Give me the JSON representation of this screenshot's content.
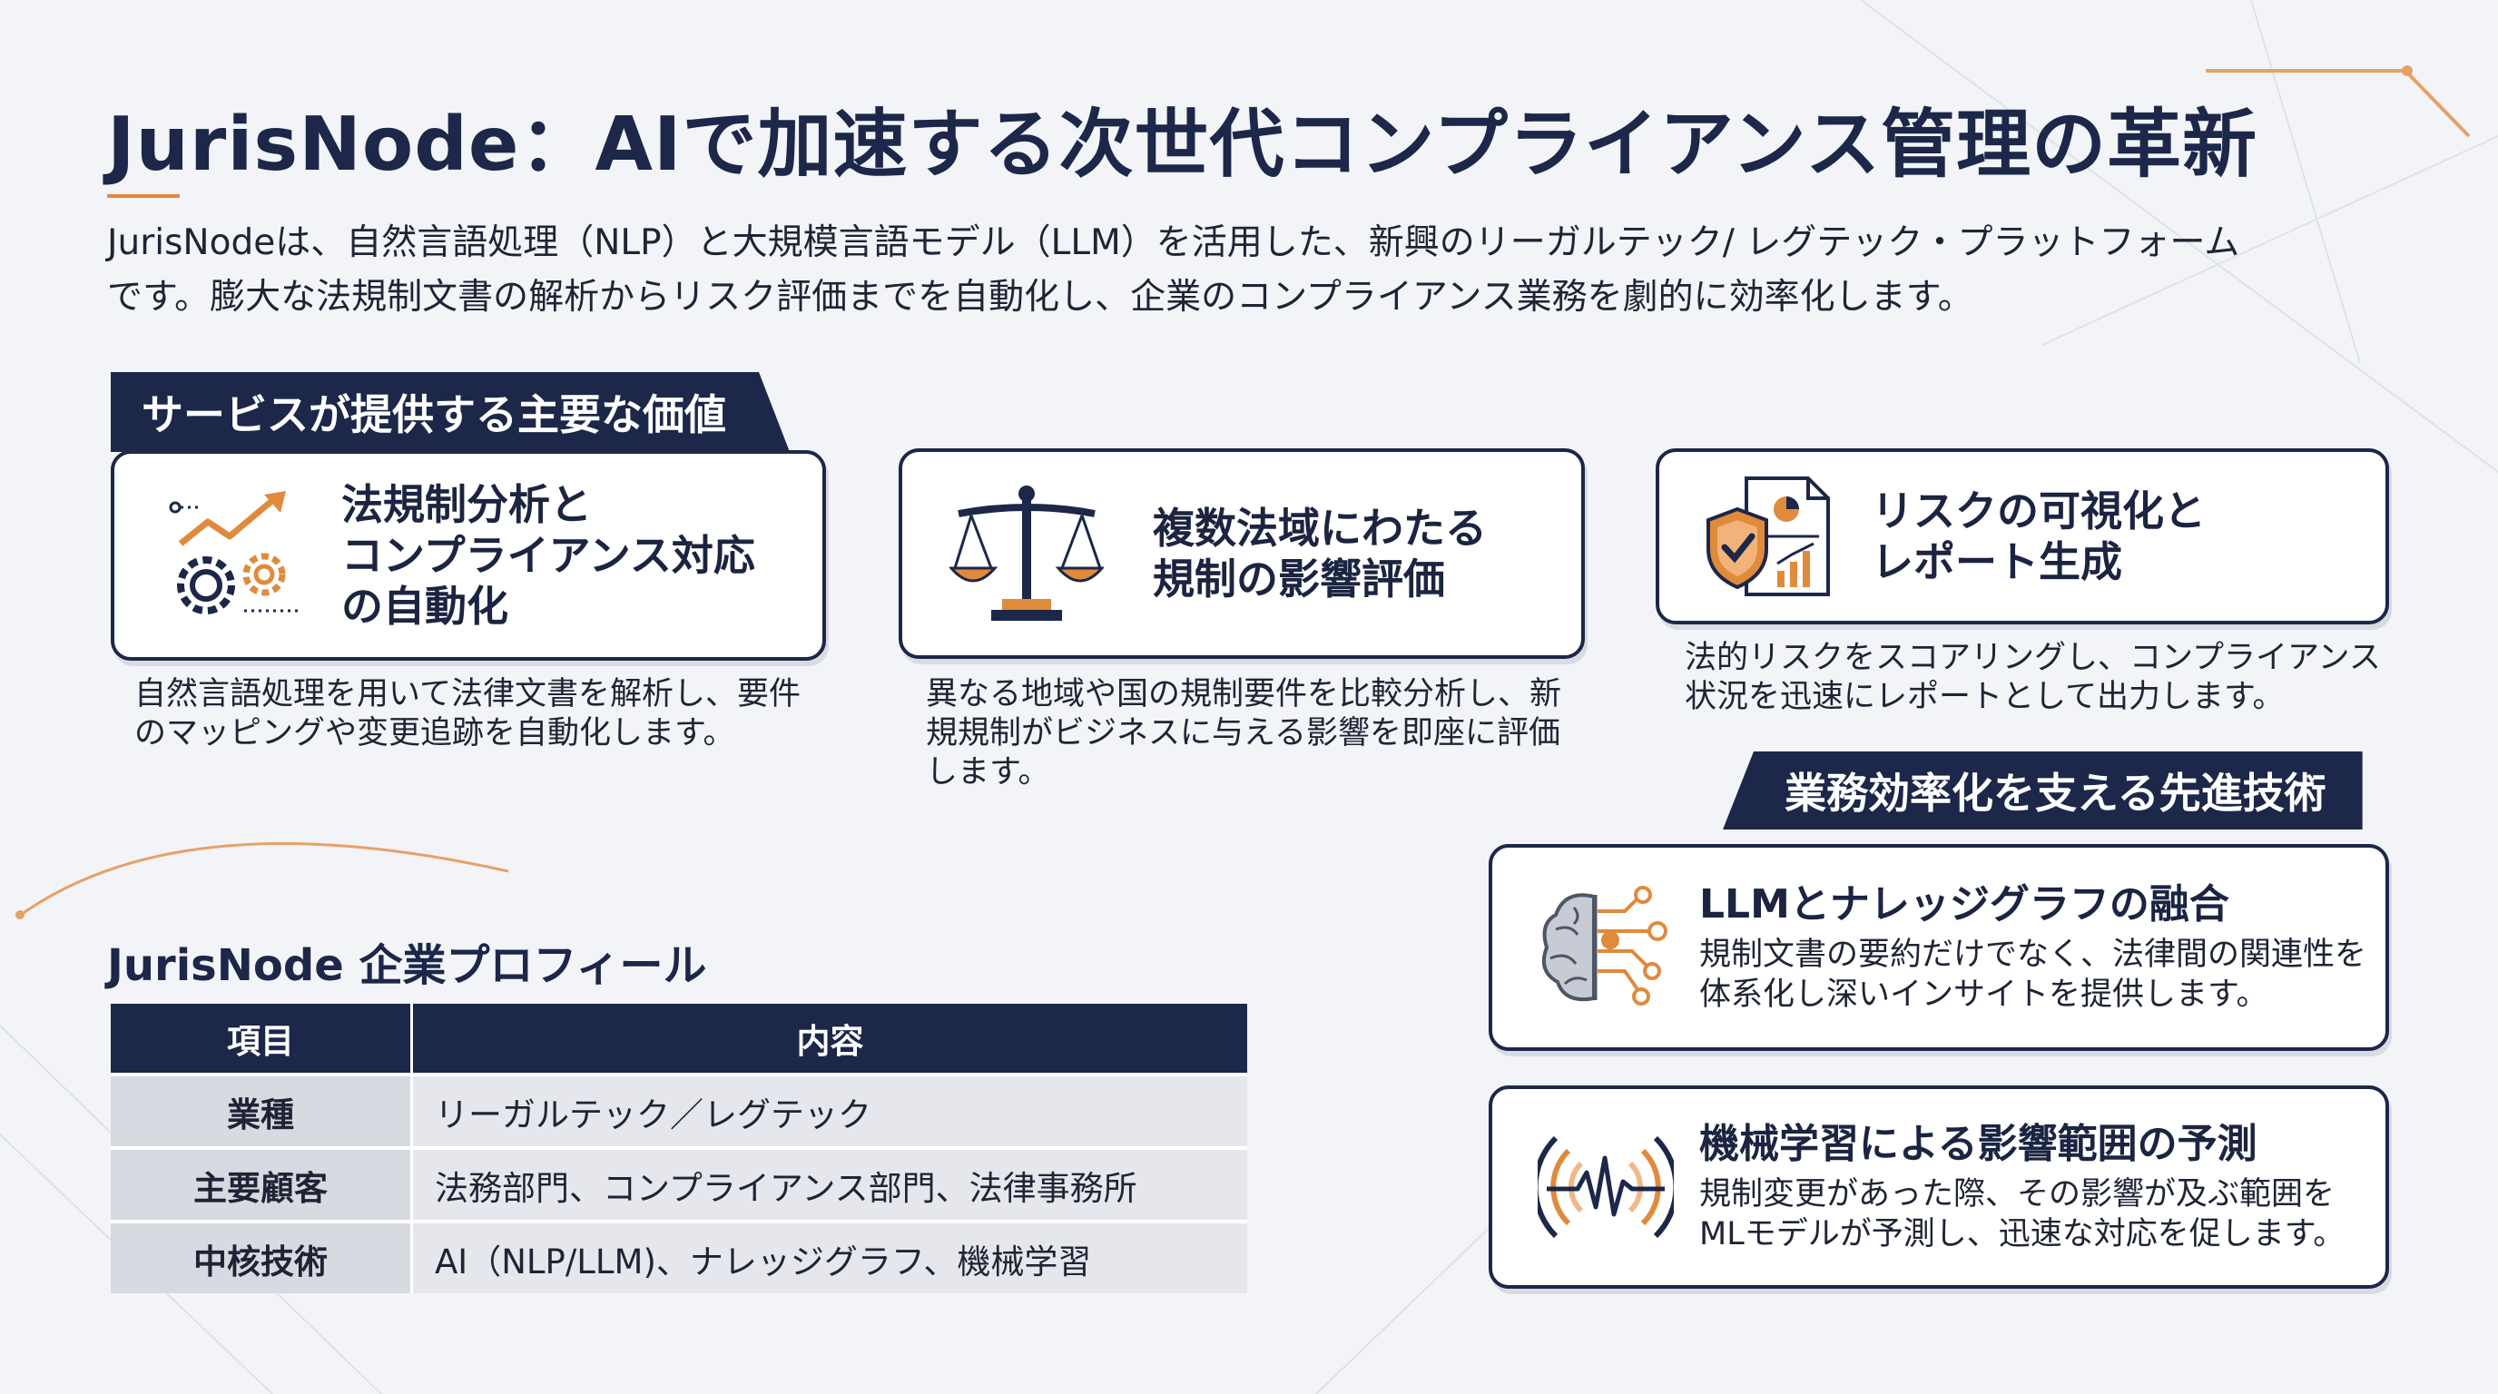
{
  "header": {
    "title": "JurisNode：AIで加速する次世代コンプライアンス管理の革新",
    "intro_lines": [
      "JurisNodeは、自然言語処理（NLP）と大規模言語モデル（LLM）を活用した、新興のリーガルテック/ レグテック・プラットフォーム",
      "です。膨大な法規制文書の解析からリスク評価までを自動化し、企業のコンプライアンス業務を劇的に効率化します。"
    ]
  },
  "values_section": {
    "label": "サービスが提供する主要な価値",
    "cards": [
      {
        "icon": "chart-gears-icon",
        "title_lines": [
          "法規制分析と",
          "コンプライアンス対応",
          "の自動化"
        ],
        "desc_lines": [
          "自然言語処理を用いて法律文書を解析し、要件",
          "のマッピングや変更追跡を自動化します。"
        ]
      },
      {
        "icon": "scales-icon",
        "title_lines": [
          "複数法域にわたる",
          "規制の影響評価"
        ],
        "desc_lines": [
          "異なる地域や国の規制要件を比較分析し、新",
          "規規制がビジネスに与える影響を即座に評価",
          "します。"
        ]
      },
      {
        "icon": "shield-report-icon",
        "title_lines": [
          "リスクの可視化と",
          "レポート生成"
        ],
        "desc_lines": [
          "法的リスクをスコアリングし、コンプライアンス",
          "状況を迅速にレポートとして出力します。"
        ]
      }
    ]
  },
  "tech_section": {
    "label": "業務効率化を支える先進技術",
    "cards": [
      {
        "icon": "brain-network-icon",
        "title": "LLMとナレッジグラフの融合",
        "desc_lines": [
          "規制文書の要約だけでなく、法律間の関連性を",
          "体系化し深いインサイトを提供します。"
        ]
      },
      {
        "icon": "waveform-radar-icon",
        "title": "機械学習による影響範囲の予測",
        "desc_lines": [
          "規制変更があった際、その影響が及ぶ範囲を",
          "MLモデルが予測し、迅速な対応を促します。"
        ]
      }
    ]
  },
  "profile": {
    "title": "JurisNode 企業プロフィール",
    "headers": [
      "項目",
      "内容"
    ],
    "rows": [
      {
        "key": "業種",
        "value": "リーガルテック／レグテック"
      },
      {
        "key": "主要顧客",
        "value": "法務部門、コンプライアンス部門、法律事務所"
      },
      {
        "key": "中核技術",
        "value": "AI（NLP/LLM)、ナレッジグラフ、機械学習"
      }
    ]
  },
  "colors": {
    "navy": "#1c2749",
    "accent_orange": "#e08a3c",
    "background": "#f3f4f7"
  }
}
